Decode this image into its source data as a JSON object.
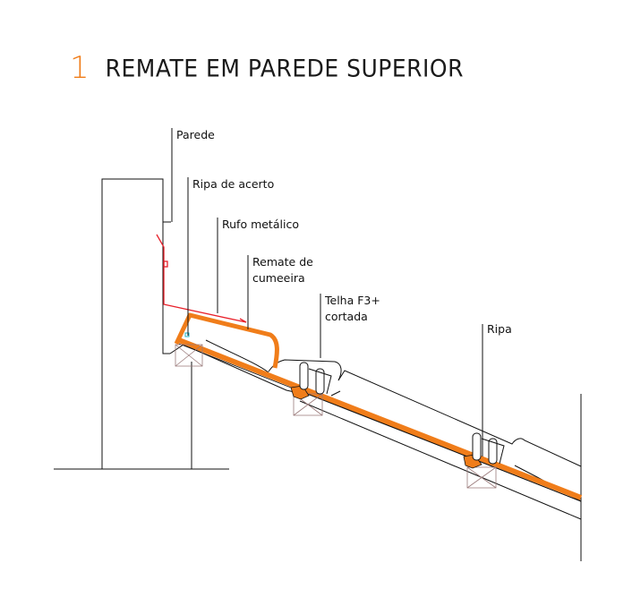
{
  "title": {
    "number": "1",
    "text": "REMATE EM PAREDE SUPERIOR"
  },
  "labels": {
    "parede": "Parede",
    "ripa_acerto": "Ripa de acerto",
    "rufo": "Rufo metálico",
    "remate_line1": "Remate de",
    "remate_line2": "cumeeira",
    "telha_line1": "Telha F3+",
    "telha_line2": "cortada",
    "ripa": "Ripa"
  },
  "colors": {
    "accent": "#f07d1a",
    "flashing": "#e8202a",
    "line": "#111111",
    "batten_hatch": "#9a7a7a"
  }
}
